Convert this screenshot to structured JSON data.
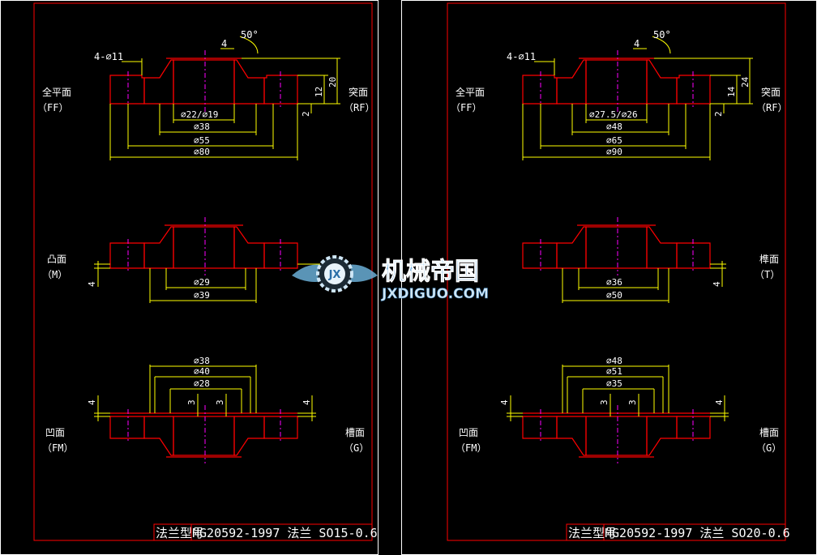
{
  "sheets": [
    {
      "faces": {
        "ff": {
          "name": "全平面",
          "code": "（FF）"
        },
        "rf": {
          "name": "突面",
          "code": "（RF）"
        },
        "m": {
          "name": "凸面",
          "code": "（M）"
        },
        "fm": {
          "name": "凹面",
          "code": "（FM）"
        },
        "g": {
          "name": "槽面",
          "code": "（G）"
        }
      },
      "dims": {
        "holes": "4-⌀11",
        "chamfer_len": "4",
        "chamfer_angle": "50°",
        "bore": "⌀22/⌀19",
        "neck": "⌀38",
        "bolt_circle": "⌀55",
        "outer": "⌀80",
        "height": "20",
        "flange_th": "12",
        "rf_h": "2",
        "m_inner": "⌀29",
        "m_outer": "⌀39",
        "m_h": "4",
        "g_a": "⌀38",
        "g_b": "⌀40",
        "g_c": "⌀28",
        "g_d1": "3",
        "g_d2": "3",
        "g_h1": "4",
        "g_h2": "4"
      },
      "title_label": "法兰型号",
      "title_text": "HG20592-1997 法兰 SO15-0.6"
    },
    {
      "faces": {
        "ff": {
          "name": "全平面",
          "code": "（FF）"
        },
        "rf": {
          "name": "突面",
          "code": "（RF）"
        },
        "t": {
          "name": "榫面",
          "code": "（T）"
        },
        "fm": {
          "name": "凹面",
          "code": "（FM）"
        },
        "g": {
          "name": "槽面",
          "code": "（G）"
        }
      },
      "dims": {
        "holes": "4-⌀11",
        "chamfer_len": "4",
        "chamfer_angle": "50°",
        "bore": "⌀27.5/⌀26",
        "neck": "⌀48",
        "bolt_circle": "⌀65",
        "outer": "⌀90",
        "height": "24",
        "flange_th": "14",
        "rf_h": "2",
        "m_inner": "⌀36",
        "m_outer": "⌀50",
        "m_h": "4",
        "g_a": "⌀48",
        "g_b": "⌀51",
        "g_c": "⌀35",
        "g_d1": "3",
        "g_d2": "3",
        "g_h1": "4",
        "g_h2": "4"
      },
      "title_label": "法兰型号",
      "title_text": "HG20592-1997 法兰 SO20-0.6"
    }
  ],
  "watermark": {
    "brand": "机械帝国",
    "site": "JXDIGUO.COM",
    "logo_letters": "JX"
  },
  "colors": {
    "background": "#000000",
    "outline": "#ff0000",
    "dimension": "#ffff00",
    "centerline": "#ff00ff",
    "text": "#ffffff"
  }
}
